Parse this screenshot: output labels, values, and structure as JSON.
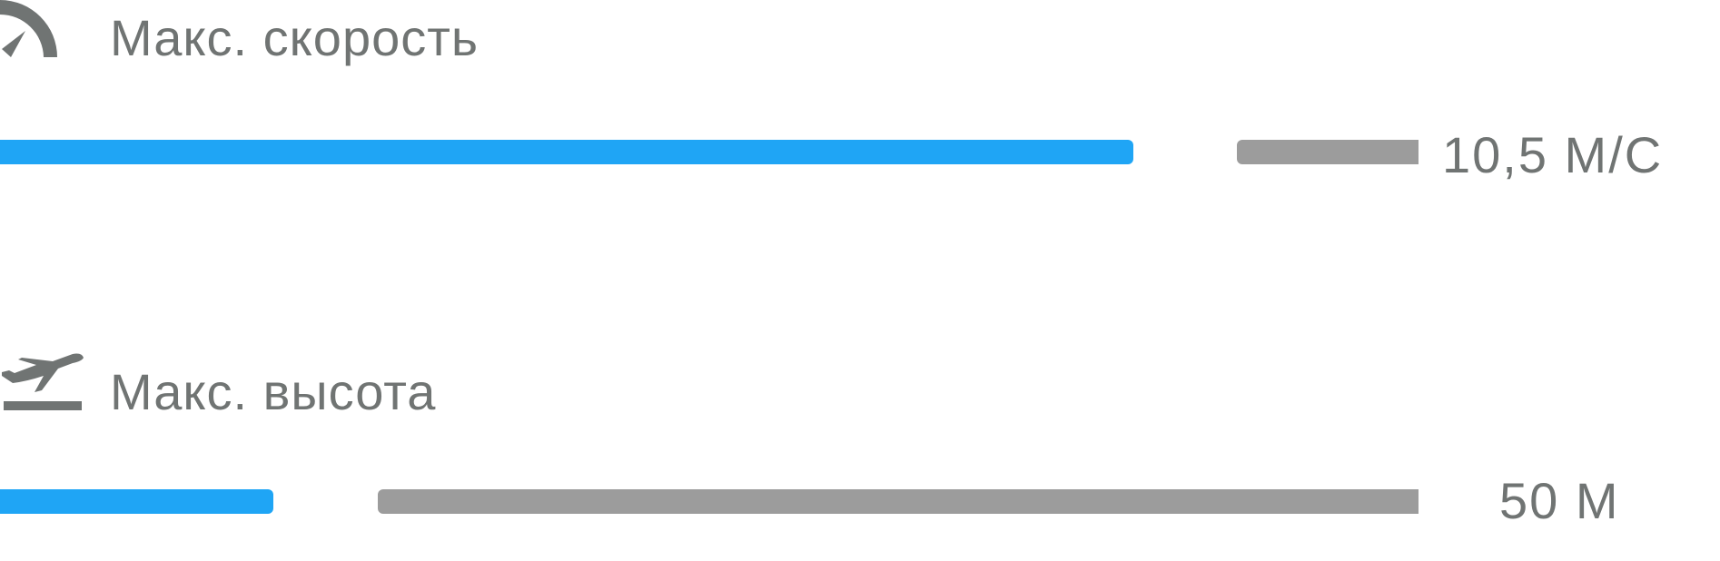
{
  "colors": {
    "accent": "#1fa5f5",
    "track": "#9c9c9c",
    "text": "#707473"
  },
  "settings": [
    {
      "icon": "speedometer-icon",
      "label": "Макс. скорость",
      "value": "10,5 М/С",
      "fraction": 0.835
    },
    {
      "icon": "airplane-takeoff-icon",
      "label": "Макс. высота",
      "value": "50 М",
      "fraction": 0.23
    }
  ]
}
